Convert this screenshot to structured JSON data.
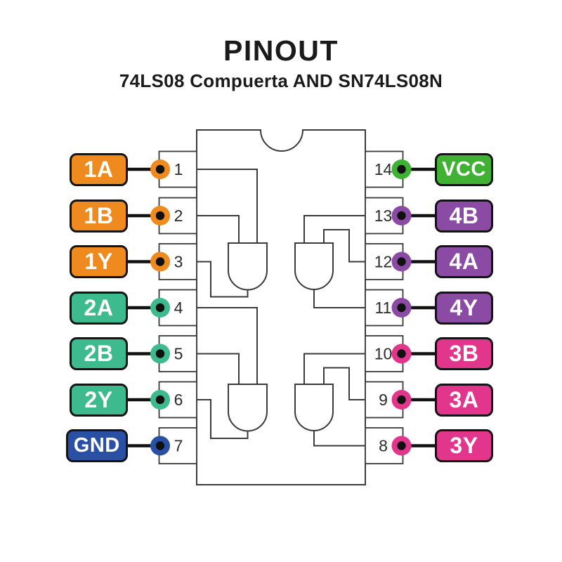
{
  "header": {
    "title": "PINOUT",
    "subtitle": "74LS08 Compuerta AND SN74LS08N"
  },
  "pins": {
    "left": [
      {
        "num": "1",
        "label": "1A",
        "color": "#EF8A1E"
      },
      {
        "num": "2",
        "label": "1B",
        "color": "#EF8A1E"
      },
      {
        "num": "3",
        "label": "1Y",
        "color": "#EF8A1E"
      },
      {
        "num": "4",
        "label": "2A",
        "color": "#3DBA8E"
      },
      {
        "num": "5",
        "label": "2B",
        "color": "#3DBA8E"
      },
      {
        "num": "6",
        "label": "2Y",
        "color": "#3DBA8E"
      },
      {
        "num": "7",
        "label": "GND",
        "color": "#2A50A5"
      }
    ],
    "right": [
      {
        "num": "14",
        "label": "VCC",
        "color": "#3FB233"
      },
      {
        "num": "13",
        "label": "4B",
        "color": "#8B4AA3"
      },
      {
        "num": "12",
        "label": "4A",
        "color": "#8B4AA3"
      },
      {
        "num": "11",
        "label": "4Y",
        "color": "#8B4AA3"
      },
      {
        "num": "10",
        "label": "3B",
        "color": "#E1368B"
      },
      {
        "num": "9",
        "label": "3A",
        "color": "#E1368B"
      },
      {
        "num": "8",
        "label": "3Y",
        "color": "#E1368B"
      }
    ]
  },
  "gates": [
    {
      "inputs": [
        "1A",
        "1B"
      ],
      "input_pins": [
        "1",
        "2"
      ],
      "output": "1Y",
      "output_pin": "3"
    },
    {
      "inputs": [
        "2A",
        "2B"
      ],
      "input_pins": [
        "4",
        "5"
      ],
      "output": "2Y",
      "output_pin": "6"
    },
    {
      "inputs": [
        "3A",
        "3B"
      ],
      "input_pins": [
        "9",
        "10"
      ],
      "output": "3Y",
      "output_pin": "8"
    },
    {
      "inputs": [
        "4A",
        "4B"
      ],
      "input_pins": [
        "12",
        "13"
      ],
      "output": "4Y",
      "output_pin": "11"
    }
  ],
  "colors": {
    "gate1_group": "#EF8A1E",
    "gate2_group": "#3DBA8E",
    "gate3_group": "#E1368B",
    "gate4_group": "#8B4AA3",
    "gnd": "#2A50A5",
    "vcc": "#3FB233",
    "outline": "#3A3A3A",
    "label_border": "#141414",
    "dot": "#111111",
    "heading_text": "#1A1A1A"
  }
}
